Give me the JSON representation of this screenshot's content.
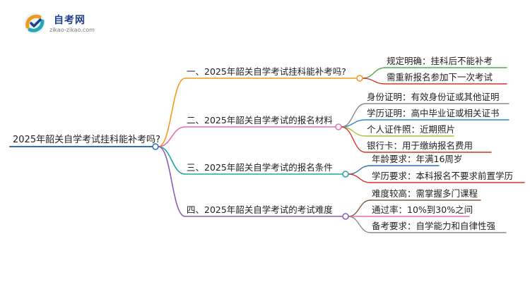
{
  "logo": {
    "title": "自考网",
    "subtitle": "zikao-zikao.com",
    "colors": {
      "orange": "#f39a1e",
      "teal": "#25a7b8",
      "navy": "#1f3e8a"
    }
  },
  "mindmap": {
    "root": {
      "label": "2025年韶关自学考试挂科能补考吗?",
      "color": "#2f6fb3"
    },
    "branches": [
      {
        "label": "一、2025年韶关自学考试挂科能补考吗?",
        "color": "#f39a1e",
        "children": [
          {
            "label": "规定明确：挂科后不能补考",
            "color": "#4caf50"
          },
          {
            "label": "需重新报名参加下一次考试",
            "color": "#d9332b"
          }
        ]
      },
      {
        "label": "二、2025年韶关自学考试的报名材料",
        "color": "#e86fae",
        "children": [
          {
            "label": "身份证明：有效身份证或其他证明",
            "color": "#8a8a8a"
          },
          {
            "label": "学历证明：高中毕业证或相关证书",
            "color": "#2f86c9"
          },
          {
            "label": "个人证件照：近期照片",
            "color": "#a7c23a"
          },
          {
            "label": "银行卡：用于缴纳报名费用",
            "color": "#d9332b"
          }
        ]
      },
      {
        "label": "三、2025年韶关自学考试的报名条件",
        "color": "#1ea7a0",
        "children": [
          {
            "label": "年龄要求：年满16周岁",
            "color": "#2f6fb3"
          },
          {
            "label": "学历要求：本科报名不要求前置学历",
            "color": "#d9332b"
          }
        ]
      },
      {
        "label": "四、2025年韶关自学考试的考试难度",
        "color": "#8e5bb5",
        "children": [
          {
            "label": "难度较高：需掌握多门课程",
            "color": "#8b5a3c"
          },
          {
            "label": "通过率：10%到30%之间",
            "color": "#e86fae"
          },
          {
            "label": "备考要求：自学能力和自律性强",
            "color": "#8a8a8a"
          }
        ]
      }
    ]
  }
}
